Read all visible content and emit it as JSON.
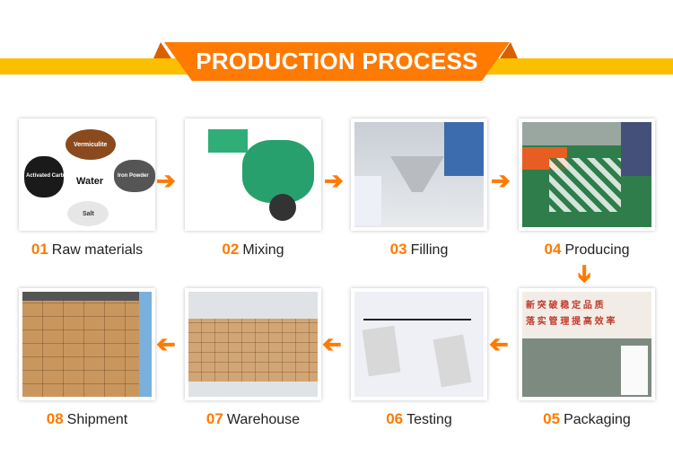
{
  "title": "PRODUCTION PROCESS",
  "raw_labels": {
    "vermiculite": "Vermiculite",
    "carbon": "Activated Carbon",
    "water": "Water",
    "iron": "Iron Powder",
    "salt": "Salt"
  },
  "steps": [
    {
      "num": "01",
      "label": "Raw materials"
    },
    {
      "num": "02",
      "label": "Mixing"
    },
    {
      "num": "03",
      "label": "Filling"
    },
    {
      "num": "04",
      "label": "Producing"
    },
    {
      "num": "05",
      "label": "Packaging"
    },
    {
      "num": "06",
      "label": "Testing"
    },
    {
      "num": "07",
      "label": "Warehouse"
    },
    {
      "num": "08",
      "label": "Shipment"
    }
  ],
  "packaging_sign": [
    "新 突 破 稳 定 品 质",
    "落 实 管 理 提 高 效 率"
  ],
  "colors": {
    "accent": "#ff7a00",
    "band": "#fbbf00"
  }
}
